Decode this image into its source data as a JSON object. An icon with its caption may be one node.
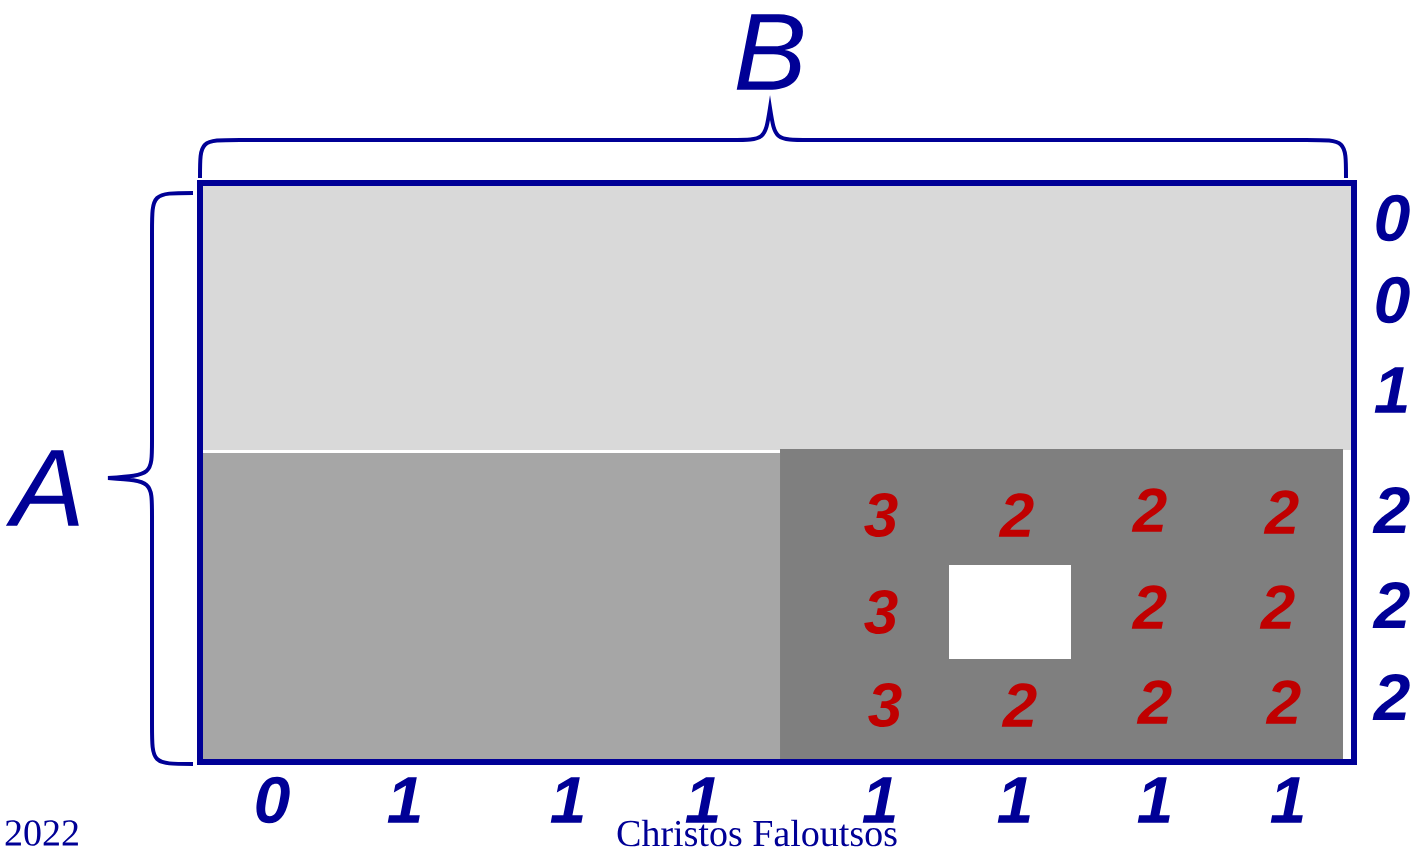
{
  "diagram": {
    "nodes": [
      {
        "text": [],
        "shape": "box"
      },
      {
        "text": [],
        "shape": "box",
        "in": 0
      },
      {
        "text": [],
        "shape": "box",
        "in": 0
      },
      {
        "text": [],
        "shape": "box",
        "in": 0
      },
      {
        "text": [],
        "shape": "box",
        "in": 3
      }
    ],
    "labels": [
      "B",
      "A",
      "0",
      "0",
      "1",
      "2",
      "2",
      "2",
      "3",
      "2",
      "2",
      "2",
      "3",
      "2",
      "2",
      "3",
      "2",
      "2",
      "2",
      "0",
      "1",
      "1",
      "1",
      "1",
      "1",
      "1",
      "1",
      "2022",
      "Christos Faloutsos"
    ]
  }
}
